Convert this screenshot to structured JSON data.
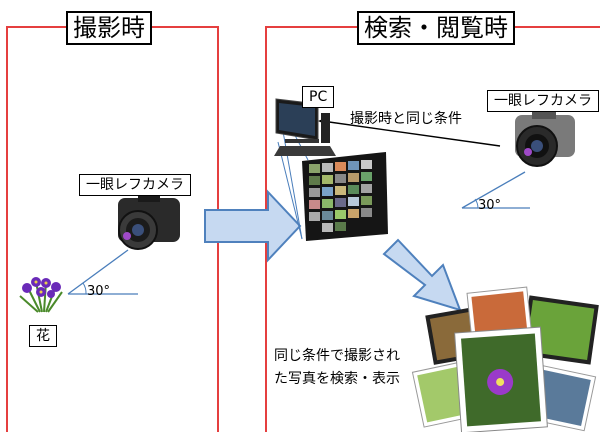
{
  "left_panel": {
    "title": "撮影時",
    "camera_label": "一眼レフカメラ",
    "angle_label": "30°",
    "flower_label": "花"
  },
  "right_panel": {
    "title": "検索・閲覧時",
    "pc_label": "PC",
    "camera_label": "一眼レフカメラ",
    "same_condition_text": "撮影時と同じ条件",
    "angle_label": "30°",
    "result_text_line1": "同じ条件で撮影され",
    "result_text_line2": "た写真を検索・表示"
  },
  "colors": {
    "frame_red": "#e53f3f",
    "arrow_fill": "#c6d9f1",
    "arrow_stroke": "#4f81bd",
    "guide_blue": "#4a7ebb"
  }
}
